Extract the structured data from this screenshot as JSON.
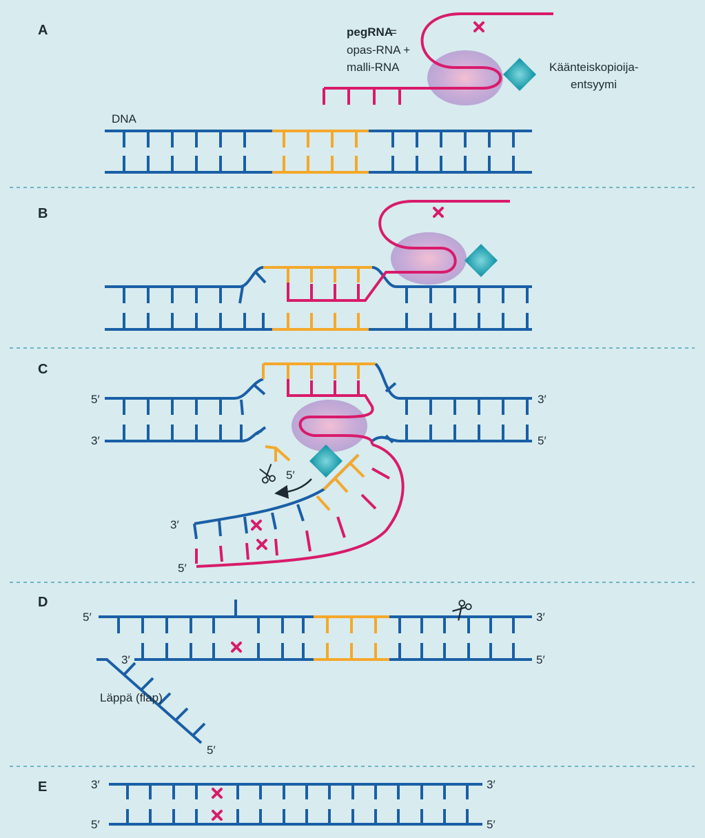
{
  "panels": [
    "A",
    "B",
    "C",
    "D",
    "E"
  ],
  "labels": {
    "pegrna_bold": "pegRNA",
    "pegrna_eq": " =",
    "pegrna_line2": "opas-RNA +",
    "pegrna_line3": "malli-RNA",
    "enzyme_line1": "Käänteiskopioija-",
    "enzyme_line2": "entsyymi",
    "dna": "DNA",
    "flap": "Läppä (flap)",
    "five_prime": "5′",
    "three_prime": "3′"
  },
  "colors": {
    "background": "#d8ebee",
    "dna": "#1a5fa6",
    "target": "#f4a82c",
    "rna": "#d81b6b",
    "enzyme": "#27a9b8",
    "cas9": "#b79bd0"
  },
  "icons": [
    "scissors-icon",
    "mutation-cross-icon",
    "reverse-transcriptase-icon",
    "cas9-complex-icon",
    "arrow-icon"
  ]
}
